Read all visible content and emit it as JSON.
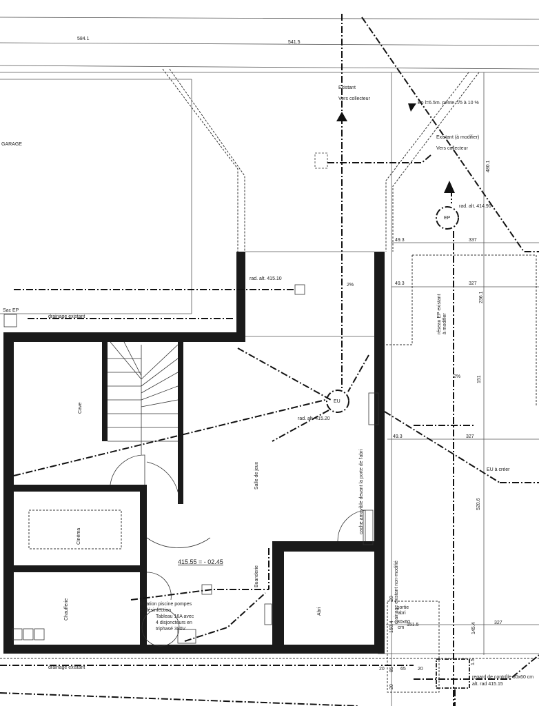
{
  "dimensions": {
    "top_left": "584.1",
    "top_right": "541.5",
    "right_vertical_top": "480.1",
    "terrace_a_left": "49.3",
    "terrace_a_right": "337",
    "terrace_b_left": "49.3",
    "terrace_b_right": "327",
    "terrace_vertical": "236.1",
    "mid_vertical": "151",
    "mid_left": "49.3",
    "mid_right": "327",
    "lower_vertical": "520.6",
    "exit_width": "151.5",
    "exit_height": "150.4",
    "bottom_vertical": "145.4",
    "bottom_right": "327",
    "small_vertical": "1.5",
    "bottom_20a": "20",
    "bottom_85": "85",
    "bottom_65": "65",
    "bottom_20b": "20",
    "side_20a": "20",
    "side_20b": "20"
  },
  "labels": {
    "garage": "GARAGE",
    "existant": "Existant",
    "vers_collecteur_1": "Vers collecteur",
    "ep_slope": "Ep l=6.5m. pente =/5 à 10 %",
    "existant_modifier": "Existant (à modifier)",
    "vers_collecteur_2": "Vers collecteur",
    "rad_alt_414": "rad. alt. 414.90",
    "ep": "EP",
    "rad_alt_415_10": "rad. alt. 415.10",
    "slope_terrace": "2%",
    "sac_ep": "Sac EP",
    "drainage_top": "drainage existant",
    "reseau_ep": "réseau EP existant",
    "reseau_ep_2": "à modifier",
    "slope_right": "2%",
    "cave": "Cave",
    "eu": "EU",
    "rad_alt_415_20": "rad. alt. 415.20",
    "eu_creer": "EU à créer",
    "salle_jeux": "Salle de jeux",
    "cache": "cache amovible devant la porte de l'abri",
    "cinema": "Cinéma",
    "level": "415.55 = - 02.45",
    "buanderie": "Buanderie",
    "drainage_non_modifie": "drainage existant non-modifié",
    "filtration_1": "filtration piscine pompes",
    "filtration_2": "et désinfection",
    "tableau_1": "Tableau 16A avec",
    "tableau_2": "4 disjoncteurs en",
    "tableau_3": "triphasé 380V",
    "chaufferie": "Chaufferie",
    "abri": "Abri",
    "sortie_1": "sortie",
    "sortie_2": "abri",
    "sortie_3": "80x60",
    "sortie_4": "cm",
    "regard_1": "regard de contrôle 60x60 cm",
    "regard_2": "alt. rad 415.15",
    "drainage_bottom": "drainage existant"
  }
}
